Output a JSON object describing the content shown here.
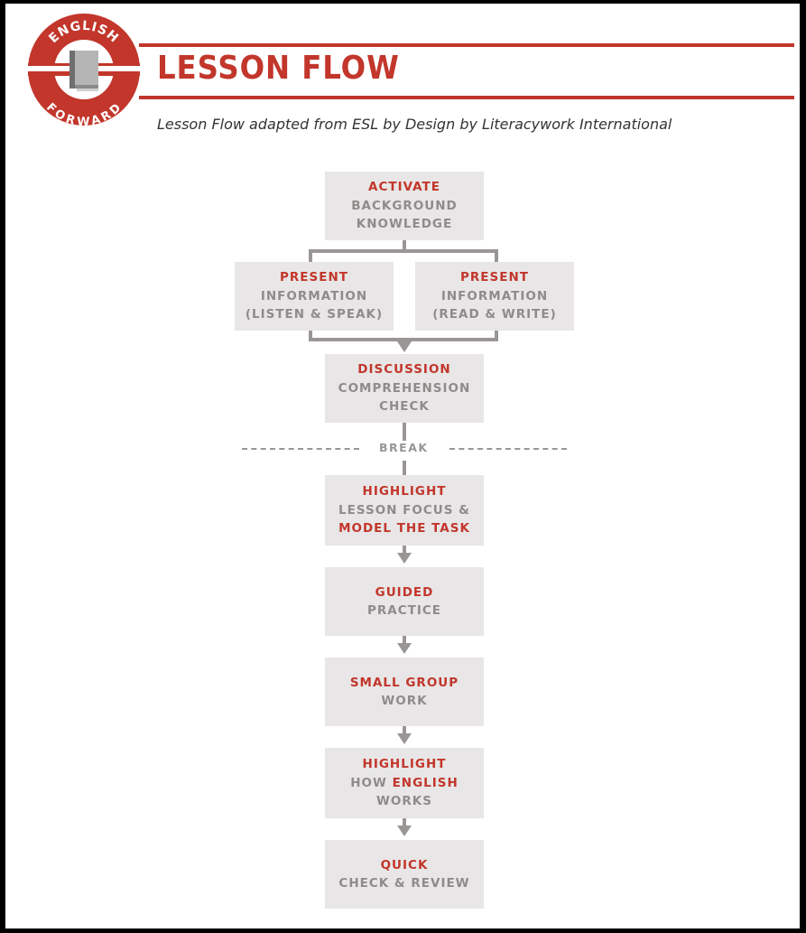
{
  "header": {
    "logo": {
      "top_text": "ENGLISH",
      "bottom_text": "FORWARD",
      "icon": "book-icon"
    },
    "title": "LESSON FLOW",
    "subtitle": "Lesson Flow adapted from ESL by Design by Literacywork International"
  },
  "flow": {
    "activate": {
      "emph": "ACTIVATE",
      "l1": "BACKGROUND",
      "l2": "KNOWLEDGE"
    },
    "present_listen": {
      "emph": "PRESENT",
      "l1": "INFORMATION",
      "l2": "(LISTEN & SPEAK)"
    },
    "present_read": {
      "emph": "PRESENT",
      "l1": "INFORMATION",
      "l2": "(READ & WRITE)"
    },
    "discussion": {
      "emph": "DISCUSSION",
      "l1": "COMPREHENSION",
      "l2": "CHECK"
    },
    "break_label": "BREAK",
    "highlight_focus": {
      "emph": "HIGHLIGHT",
      "l1": "LESSON FOCUS &",
      "emph2": "MODEL THE TASK"
    },
    "guided": {
      "emph": "GUIDED",
      "l1": "PRACTICE"
    },
    "small_group": {
      "emph": "SMALL GROUP",
      "l1": "WORK"
    },
    "highlight_english": {
      "emph": "HIGHLIGHT",
      "pre": "HOW ",
      "emph2": "ENGLISH",
      "l2": "WORKS"
    },
    "quick": {
      "emph": "QUICK",
      "l1": "CHECK & REVIEW"
    }
  },
  "colors": {
    "accent": "#c2362b",
    "box": "#e8e6e6",
    "text_gray": "#8f8b8b",
    "line": "#9a9696"
  }
}
